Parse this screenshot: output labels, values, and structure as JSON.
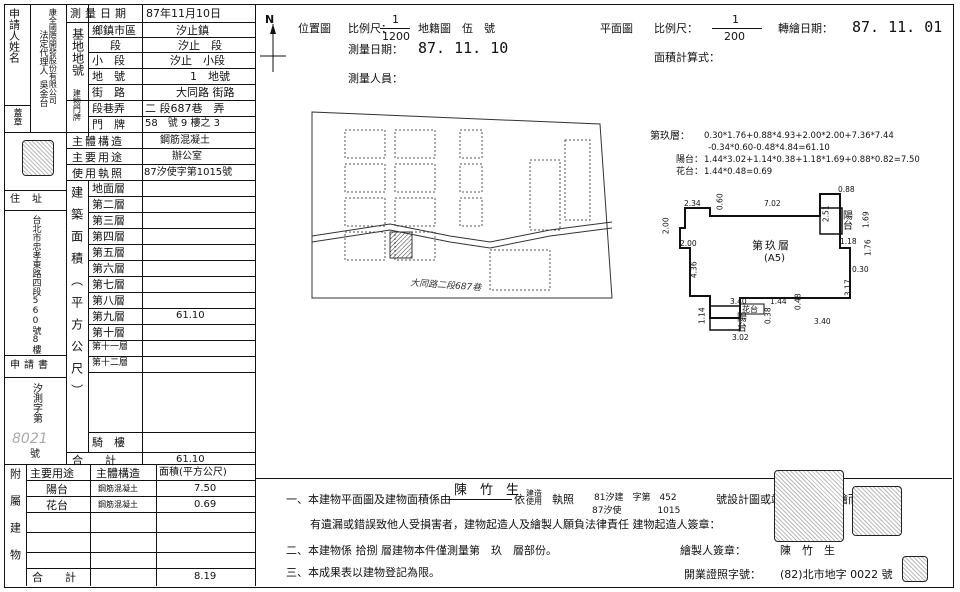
{
  "left_table": {
    "applicant_label": "申請人姓名",
    "applicant_value": "康全國際開發股份有限公司",
    "rep_label": "法定代理人",
    "rep_value": "吳金台",
    "seal_label": "蓋章",
    "address_label": "住址",
    "address_value": "台北市忠孝東路四段560號8樓",
    "appl_no_label": "申請書",
    "appl_no_value": "汐測字第",
    "appl_no_num": "8021",
    "appl_no_suffix": "號",
    "survey_date_label": "測量日期",
    "survey_date_value": "87年11月10日",
    "base_location_label": "基地地號",
    "building_no_label": "建物門牌",
    "rows": [
      {
        "label": "鄉鎮市區",
        "value": "汐止鎮"
      },
      {
        "label": "段",
        "value": "汐止　段"
      },
      {
        "label": "小　段",
        "value": "汐止　小段"
      },
      {
        "label": "地　號",
        "value": "1　地號"
      },
      {
        "label": "街　路",
        "value": "大同路 街路"
      },
      {
        "label": "段巷弄",
        "value": "二 段687巷　弄"
      },
      {
        "label": "門　牌",
        "value": "58　號 9 樓之 3"
      }
    ],
    "structure_label": "主體構造",
    "structure_value": "鋼筋混凝土",
    "usage_label": "主要用途",
    "usage_value": "辦公室",
    "license_label": "使用執照",
    "license_value": "87汐使字第1015號",
    "area_group_label": "建築面積（平方公尺）",
    "floors": [
      "地面層",
      "第二層",
      "第三層",
      "第四層",
      "第五層",
      "第六層",
      "第七層",
      "第八層",
      "第九層",
      "第十層",
      "第十一層",
      "第十二層"
    ],
    "floor9_area": "61.10",
    "arcade_label": "騎　樓",
    "total_label": "合　　計",
    "total_value": "61.10",
    "annex_header": [
      "主要用途",
      "主體構造",
      "面積(平方公尺)"
    ],
    "annex_side_label": "附屬建物",
    "annex_rows": [
      {
        "use": "陽台",
        "structure": "鋼筋混凝土",
        "area": "7.50"
      },
      {
        "use": "花台",
        "structure": "鋼筋混凝土",
        "area": "0.69"
      }
    ],
    "annex_total_label": "合　　計",
    "annex_total_value": "8.19"
  },
  "drawing": {
    "north_label": "N",
    "location_map_label": "位置圖",
    "scale_label": "比例尺：",
    "location_scale_num": "1",
    "location_scale_den": "1200",
    "cadastral_label": "地籍圖",
    "cadastral_value": "伍　號",
    "survey_date_label": "測量日期：",
    "survey_date_value": "87. 11. 10",
    "surveyor_label": "測量人員：",
    "plan_label": "平面圖",
    "plan_scale_num": "1",
    "plan_scale_den": "200",
    "transfer_date_label": "轉繪日期：",
    "transfer_date_value": "87. 11. 01",
    "area_calc_label": "面積計算式：",
    "calc_label": "第玖層：",
    "calc_line1": "0.30*1.76+0.88*4.93+2.00*2.00+7.36*7.44",
    "calc_line2": "-0.34*0.60-0.48*4.84=61.10",
    "balcony_label": "陽台：",
    "balcony_calc": "1.44*3.02+1.14*0.38+1.18*1.69+0.88*0.82=7.50",
    "planter_label": "花台：",
    "planter_calc": "1.44*0.48=0.69",
    "road_label": "大同路二段687巷",
    "plan_title": "第玖層",
    "plan_sub": "(A5)",
    "plan_balcony": "陽台",
    "plan_planter": "花台",
    "dims": [
      "0.88",
      "2.34",
      "0.60",
      "7.02",
      "2.51",
      "1.69",
      "2.00",
      "2.00",
      "1.18",
      "1.76",
      "4.36",
      "0.30",
      "3.17",
      "3.40",
      "1.44",
      "0.48",
      "1.14",
      "0.38",
      "3.02",
      "3.40"
    ]
  },
  "notes": {
    "n1_a": "一、本建物平面圖及建物面積係由",
    "n1_name": "陳　竹　生",
    "n1_b": "依",
    "n1_c": "建造使用",
    "n1_d": "執照",
    "n1_e": "81汐建　字第　452",
    "n1_f": "87汐使　　　　1015",
    "n1_g": "號設計圖或竣工平面圖轉繪而成，如",
    "n1_line2": "有遺漏或錯誤致他人受損害者，建物起造人及繪製人願負法律責任 建物起造人簽章：",
    "n2": "二、本建物係 拾捌 層建物本件僅測量第　玖　層部份。",
    "n2_sign_label": "繪製人簽章：",
    "n2_sign_value": "陳　竹　生",
    "n3": "三、本成果表以建物登記為限。",
    "n3_cert_label": "開業證照字號：",
    "n3_cert_value": "(82)北市地字 0022 號"
  }
}
